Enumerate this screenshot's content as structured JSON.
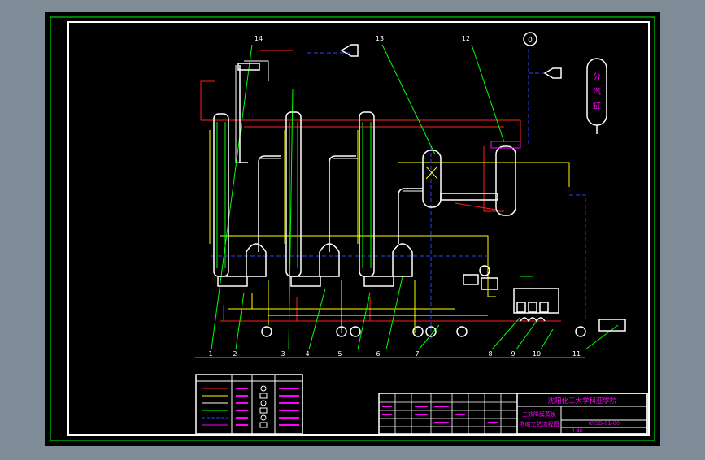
{
  "colors": {
    "background": "#7f8c97",
    "sheet": "#000000",
    "frame": "#ffffff",
    "steam": "#ff2020",
    "product": "#ffff00",
    "vapor": "#ffffff",
    "cooling": "#0000ff",
    "condensate": "#00ff00",
    "label": "#ff00ff",
    "tag": "#00ffff"
  },
  "callouts": [
    "1",
    "2",
    "3",
    "4",
    "5",
    "6",
    "7",
    "8",
    "9",
    "10",
    "11",
    "12",
    "13",
    "14"
  ],
  "instrument_tag": "0",
  "separator_label": [
    "分",
    "汽",
    "缸"
  ],
  "title_block": {
    "school": "沈阳化工大学科亚学院",
    "drawing_title": [
      "三效降膜蒸发",
      "浓缩工艺流程图"
    ],
    "drawing_number": "KYSD-01-00",
    "scale": "1:40"
  }
}
